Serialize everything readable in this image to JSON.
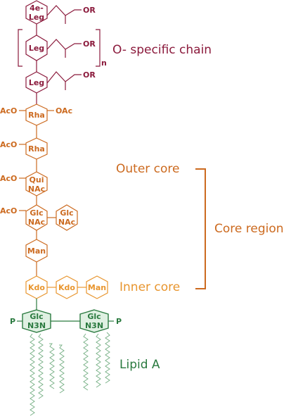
{
  "colors": {
    "o_chain": "#8b1a3c",
    "outer_core": "#cc6a1f",
    "inner_core": "#e8952e",
    "lipid": "#2a7a3f"
  },
  "o_chain": {
    "sugars": [
      {
        "line1": "4e-",
        "line2": "Leg",
        "substituent": "OR"
      },
      {
        "line1": "Leg",
        "substituent": "OR"
      },
      {
        "line1": "Leg",
        "substituent": "OR"
      }
    ],
    "repeat_subscript": "n",
    "label": "O- specific chain"
  },
  "core": {
    "outer_sugars": [
      {
        "line1": "Rha",
        "left_sub": "AcO",
        "right_sub": "OAc"
      },
      {
        "line1": "Rha",
        "left_sub": "AcO"
      },
      {
        "line1": "Qui",
        "line2": "NAc",
        "left_sub": "AcO"
      },
      {
        "line1": "Glc",
        "line2": "NAc",
        "left_sub": "AcO"
      },
      {
        "line1": "Glc",
        "line2": "NAc"
      },
      {
        "line1": "Man"
      }
    ],
    "inner_sugars": [
      {
        "line1": "Kdo"
      },
      {
        "line1": "Kdo"
      },
      {
        "line1": "Man"
      }
    ],
    "outer_label": "Outer core",
    "inner_label": "Inner core",
    "region_label": "Core region"
  },
  "lipid_a": {
    "sugars": [
      {
        "line1": "Glc",
        "line2": "N3N",
        "phosphate": "P"
      },
      {
        "line1": "Glc",
        "line2": "N3N",
        "phosphate": "P"
      }
    ],
    "label": "Lipid A"
  }
}
